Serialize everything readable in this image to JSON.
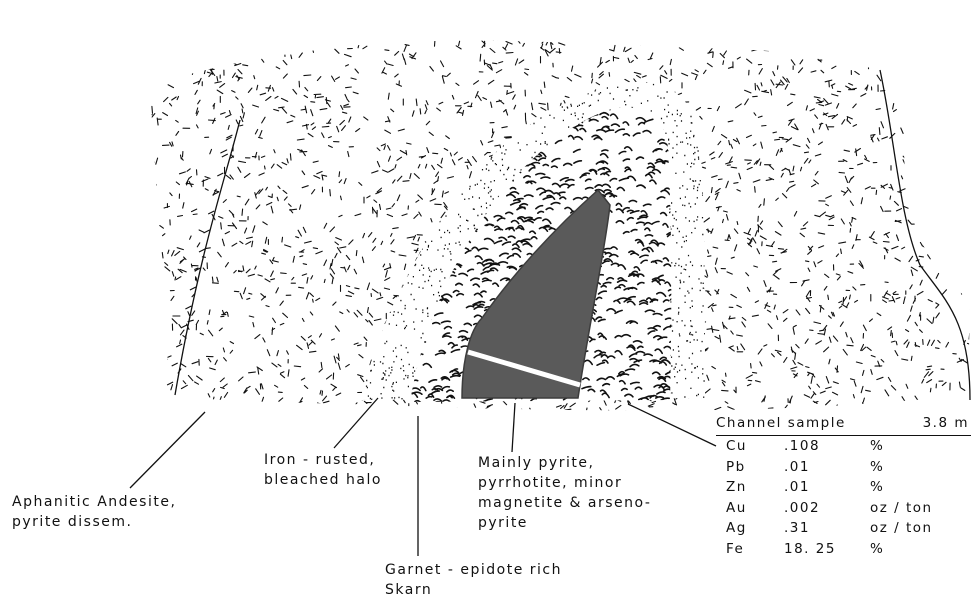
{
  "labels": {
    "andesite": [
      "Aphanitic Andesite,",
      "pyrite dissem."
    ],
    "halo": [
      "Iron - rusted,",
      "bleached halo"
    ],
    "sulfide": [
      "Mainly pyrite,",
      "pyrrhotite, minor",
      "magnetite & arseno-",
      "pyrite"
    ],
    "skarn": [
      "Garnet - epidote rich",
      "Skarn"
    ]
  },
  "channel_sample": {
    "title": "Channel sample",
    "width": "3.8 m",
    "assays": [
      {
        "element": "Cu",
        "value": ".108",
        "unit": "%"
      },
      {
        "element": "Pb",
        "value": ".01",
        "unit": "%"
      },
      {
        "element": "Zn",
        "value": ".01",
        "unit": "%"
      },
      {
        "element": "Au",
        "value": ".002",
        "unit": "oz / ton"
      },
      {
        "element": "Ag",
        "value": ".31",
        "unit": "oz / ton"
      },
      {
        "element": "Fe",
        "value": "18. 25",
        "unit": "%"
      }
    ]
  },
  "colors": {
    "ink": "#111111",
    "sulfide_fill": "#5a5a5a",
    "sulfide_dark": "#3c3c3c"
  }
}
